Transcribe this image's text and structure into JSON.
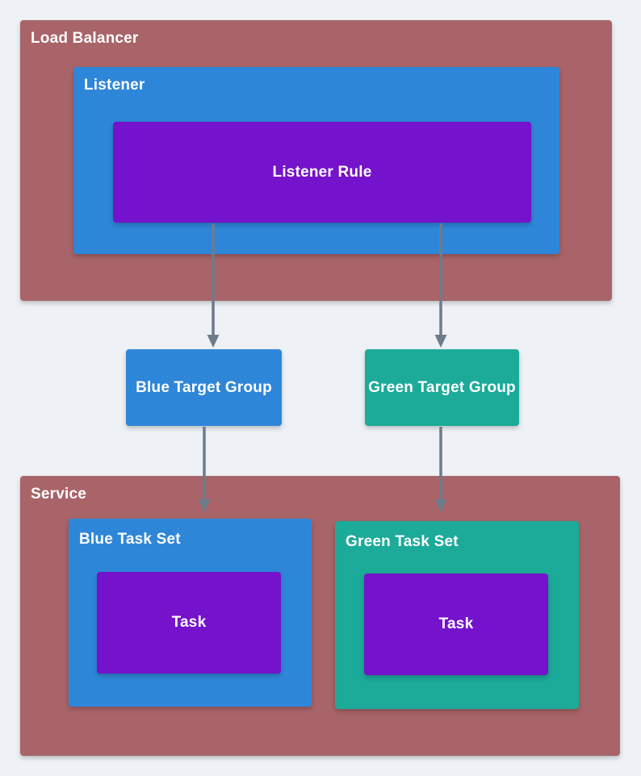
{
  "diagram": {
    "load_balancer": {
      "label": "Load Balancer"
    },
    "listener": {
      "label": "Listener"
    },
    "listener_rule": {
      "label": "Listener Rule"
    },
    "blue_target_group": {
      "label": "Blue Target Group"
    },
    "green_target_group": {
      "label": "Green Target Group"
    },
    "service": {
      "label": "Service"
    },
    "blue_task_set": {
      "label": "Blue Task Set"
    },
    "blue_task": {
      "label": "Task"
    },
    "green_task_set": {
      "label": "Green Task Set"
    },
    "green_task": {
      "label": "Task"
    },
    "edges": [
      {
        "from": "listener_rule",
        "to": "blue_target_group"
      },
      {
        "from": "listener_rule",
        "to": "green_target_group"
      },
      {
        "from": "blue_target_group",
        "to": "blue_task_set"
      },
      {
        "from": "green_target_group",
        "to": "green_task_set"
      }
    ]
  },
  "colors": {
    "background": "#eef2f6",
    "container": "#a86468",
    "blue": "#2e86d9",
    "teal": "#1caa99",
    "purple": "#7512cb",
    "arrow": "#6e7b8a",
    "text": "#ffffff"
  }
}
